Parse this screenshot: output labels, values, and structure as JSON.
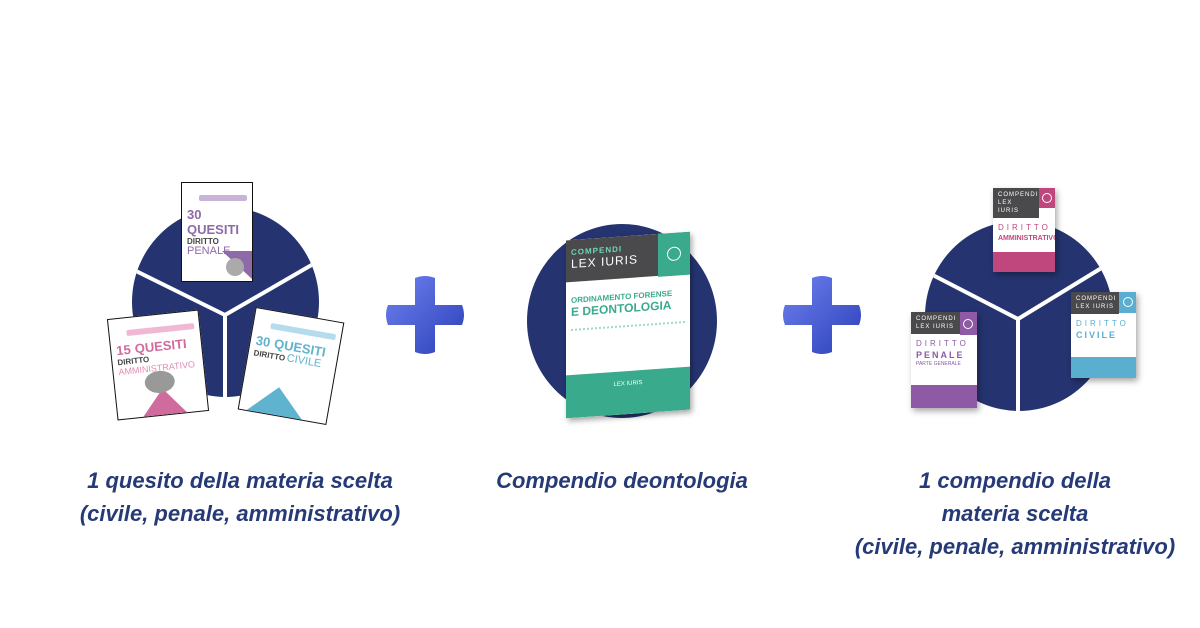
{
  "items": [
    {
      "caption_lines": [
        "1 quesito della materia scelta",
        "(civile, penale, amministrativo)"
      ],
      "books": [
        {
          "number": "30",
          "word": "QUESITI",
          "prefix": "DIRITTO",
          "subject": "PENALE",
          "color": "#8e6aa8"
        },
        {
          "number": "15",
          "word": "QUESITI",
          "prefix": "DIRITTO",
          "subject": "AMMINISTRATIVO",
          "color": "#d06b9e"
        },
        {
          "number": "30",
          "word": "QUESITI",
          "prefix": "DIRITTO",
          "subject": "CIVILE",
          "color": "#5fb3cf"
        }
      ]
    },
    {
      "caption_lines": [
        "Compendio deontologia"
      ],
      "book": {
        "series": "COMPENDI",
        "brand": "LEX IURIS",
        "title_1": "ORDINAMENTO FORENSE",
        "title_2": "E DEONTOLOGIA",
        "publisher": "LEX IURIS",
        "color": "#3aaa8c"
      }
    },
    {
      "caption_lines": [
        "1 compendio della",
        "materia scelta",
        "(civile, penale, amministrativo)"
      ],
      "books": [
        {
          "series": "COMPENDI",
          "brand": "LEX IURIS",
          "title_1": "DIRITTO",
          "title_2": "AMMINISTRATIVO",
          "color": "#c0477e"
        },
        {
          "series": "COMPENDI",
          "brand": "LEX IURIS",
          "title_1": "DIRITTO",
          "title_2": "PENALE",
          "extra": "PARTE GENERALE",
          "color": "#8e5aa5"
        },
        {
          "series": "COMPENDI",
          "brand": "LEX IURIS",
          "title_1": "DIRITTO",
          "title_2": "CIVILE",
          "color": "#5aaed0"
        }
      ]
    }
  ],
  "colors": {
    "circle": "#253470",
    "caption": "#263a78",
    "plus": "#4a5fd8"
  }
}
